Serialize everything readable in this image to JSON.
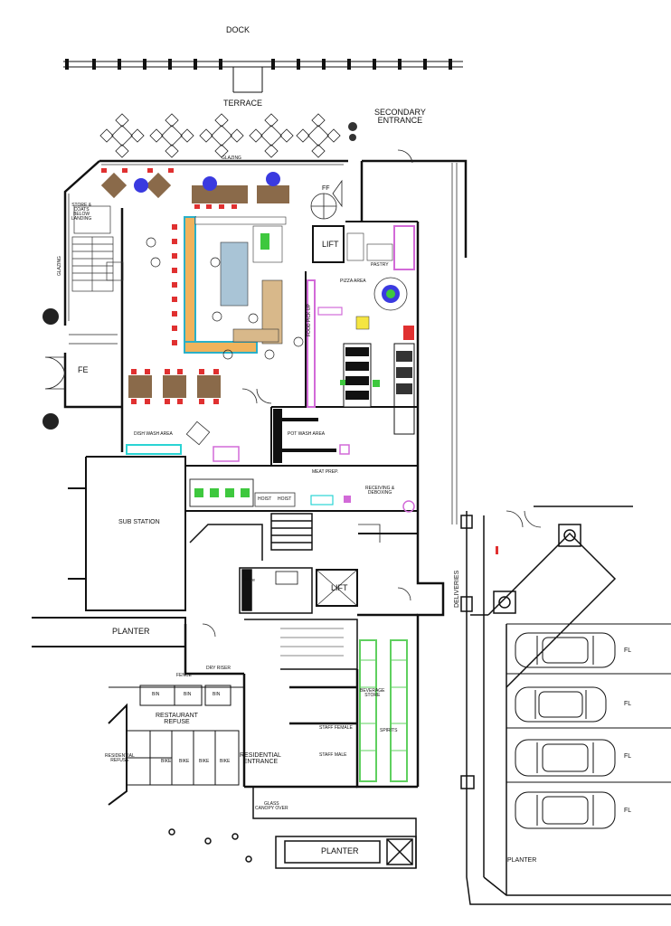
{
  "labels": {
    "dock": "DOCK",
    "terrace": "TERRACE",
    "secondary_entrance": "SECONDARY\nENTRANCE",
    "glazing_top": "GLAZING",
    "glazing_left": "GLAZING",
    "ff": "FF",
    "store_coats": "STORE &\nCOATS\nBELOW\nLANDING",
    "lift_top": "LIFT",
    "pastry": "PASTRY",
    "pizza_area": "PIZZA AREA",
    "food_pick_up": "FOOD PICK UP",
    "fe": "FE",
    "dish_wash_area": "DISH WASH AREA",
    "pot_wash_area": "POT WASH AREA",
    "meat_prep": "MEAT PREP.",
    "receiving_deboxing": "RECEIVING &\nDEBOXING",
    "sub_station": "SUB STATION",
    "lift_mid": "LIFT",
    "deliveries": "DELIVERIES",
    "planter_left": "PLANTER",
    "dry_riser": "DRY RISER",
    "fence": "FENCE",
    "bin_1": "BIN",
    "bin_2": "BIN",
    "bin_3": "BIN",
    "restaurant_refuse": "RESTAURANT\nREFUSE",
    "residential_refuse": "RESIDENTIAL\nREFUSE",
    "bike_1": "BIKE",
    "bike_2": "BIKE",
    "bike_3": "BIKE",
    "bike_4": "BIKE",
    "residential_entrance": "RESIDENTIAL\nENTRANCE",
    "glass_canopy": "GLASS\nCANOPY OVER",
    "planter_bottom_mid": "PLANTER",
    "planter_bottom_right": "PLANTER",
    "staff_female": "STAFF FEMALE",
    "staff_male": "STAFF MALE",
    "beverage_store": "BEVERAGE\nSTORE",
    "spirits": "SPIRITS",
    "hoist_1": "HOIST",
    "hoist_2": "HOIST",
    "fl_1": "FL",
    "fl_2": "FL",
    "fl_3": "FL",
    "fl_4": "FL",
    "store": "Store"
  },
  "colors": {
    "wall": "#111111",
    "bar": "#f0b35c",
    "bar_edge": "#2ab0c8",
    "counter": "#a9c4d6",
    "chair": "#e03030",
    "table_wood": "#8a6a4a",
    "blue_chair": "#3a3ae0",
    "kitchen_pink": "#d26ad8",
    "kitchen_green": "#3ec83e",
    "cold_room": "#2ad4d4",
    "beverage_green": "#5fd05f",
    "bar_wood": "#d8b88a"
  }
}
